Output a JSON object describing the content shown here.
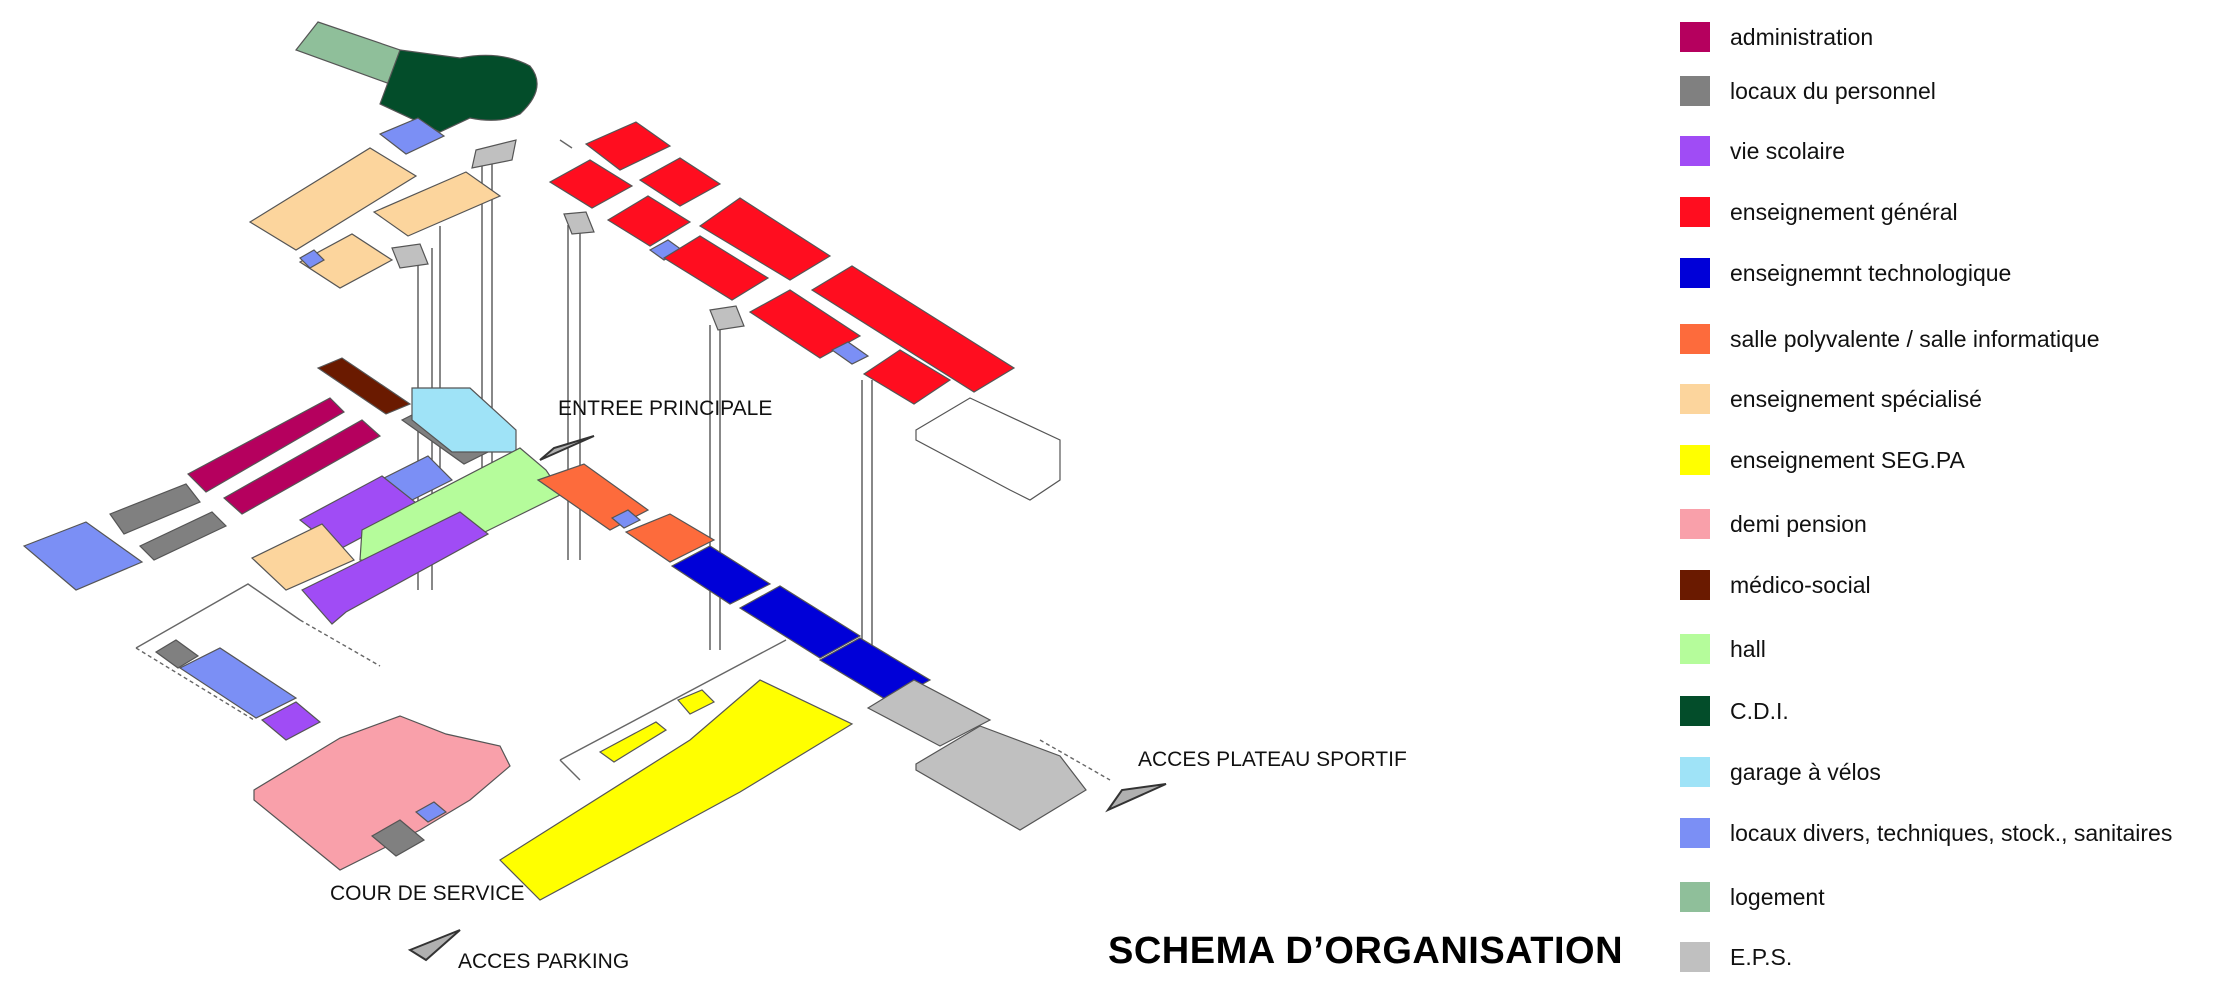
{
  "title": "SCHEMA D’ORGANISATION",
  "callouts": {
    "entree_principale": "ENTREE PRINCIPALE",
    "acces_plateau_sportif": "ACCES PLATEAU SPORTIF",
    "cour_de_service": "COUR DE SERVICE",
    "acces_parking": "ACCES PARKING"
  },
  "legend": [
    {
      "label": "administration",
      "color": "#b5005e"
    },
    {
      "label": "locaux du personnel",
      "color": "#808080"
    },
    {
      "label": "vie scolaire",
      "color": "#a04cf5"
    },
    {
      "label": "enseignement général",
      "color": "#ff0d1f"
    },
    {
      "label": "enseignemnt technologique",
      "color": "#0000d8"
    },
    {
      "label": "salle polyvalente / salle informatique",
      "color": "#fd6b3c"
    },
    {
      "label": "enseignement spécialisé",
      "color": "#fcd59d"
    },
    {
      "label": "enseignement SEG.PA",
      "color": "#ffff00"
    },
    {
      "label": "demi pension",
      "color": "#f9a0aa"
    },
    {
      "label": "médico-social",
      "color": "#6a1a00"
    },
    {
      "label": "hall",
      "color": "#b5fc9b"
    },
    {
      "label": "C.D.I.",
      "color": "#034d2a"
    },
    {
      "label": "garage à vélos",
      "color": "#9fe3f7"
    },
    {
      "label": "locaux divers, techniques, stock., sanitaires",
      "color": "#7b8ff5"
    },
    {
      "label": "logement",
      "color": "#8fbf9a"
    },
    {
      "label": "E.P.S.",
      "color": "#c0c0c0"
    }
  ]
}
